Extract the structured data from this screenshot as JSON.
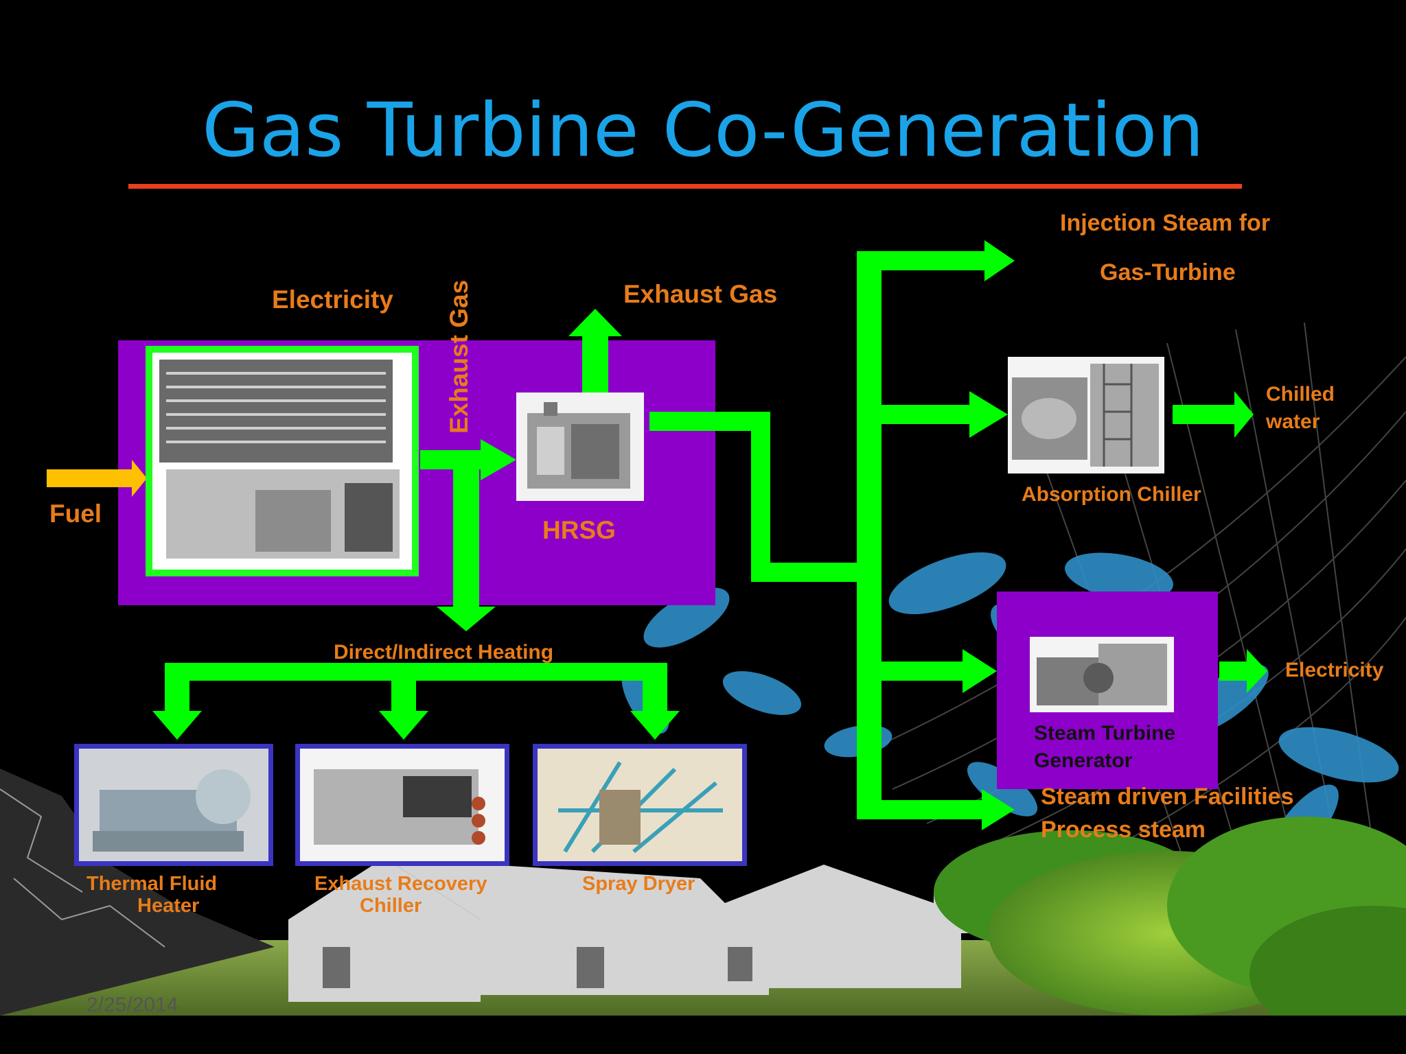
{
  "slide": {
    "title": "Gas Turbine Co-Generation",
    "date": "2/25/2014",
    "colors": {
      "title": "#1aa3e8",
      "rule": "#e8401c",
      "label": "#e87c1a",
      "arrow": "#00ff00",
      "fuel_arrow": "#ffc000",
      "box": "#8c00c9",
      "frame": "#3a34c0"
    }
  },
  "labels": {
    "electricity_top": "Electricity",
    "exhaust_gas_vertical": "Exhaust Gas",
    "exhaust_gas_top": "Exhaust Gas",
    "fuel": "Fuel",
    "hrsg": "HRSG",
    "injection_steam_line1": "Injection Steam for",
    "injection_steam_line2": "Gas-Turbine",
    "chilled_water_line1": "Chilled",
    "chilled_water_line2": "water",
    "absorption_chiller": "Absorption Chiller",
    "direct_indirect_heating": "Direct/Indirect Heating",
    "steam_turbine_line1": "Steam Turbine",
    "steam_turbine_line2": "Generator",
    "electricity_right": "Electricity",
    "steam_facilities_line1": "Steam driven Facilities",
    "steam_facilities_line2": "Process steam",
    "thermal_fluid_line1": "Thermal Fluid",
    "thermal_fluid_line2": "Heater",
    "exhaust_recovery_line1": "Exhaust Recovery",
    "exhaust_recovery_line2": "Chiller",
    "spray_dryer": "Spray Dryer"
  },
  "images": {
    "gas_turbine": "gas-turbine-photo",
    "hrsg": "hrsg-photo",
    "absorption_chiller": "absorption-chiller-photo",
    "steam_turbine": "steam-turbine-photo",
    "thermal_fluid_heater": "thermal-fluid-heater-photo",
    "exhaust_recovery_chiller": "exhaust-recovery-chiller-photo",
    "spray_dryer": "spray-dryer-photo"
  }
}
